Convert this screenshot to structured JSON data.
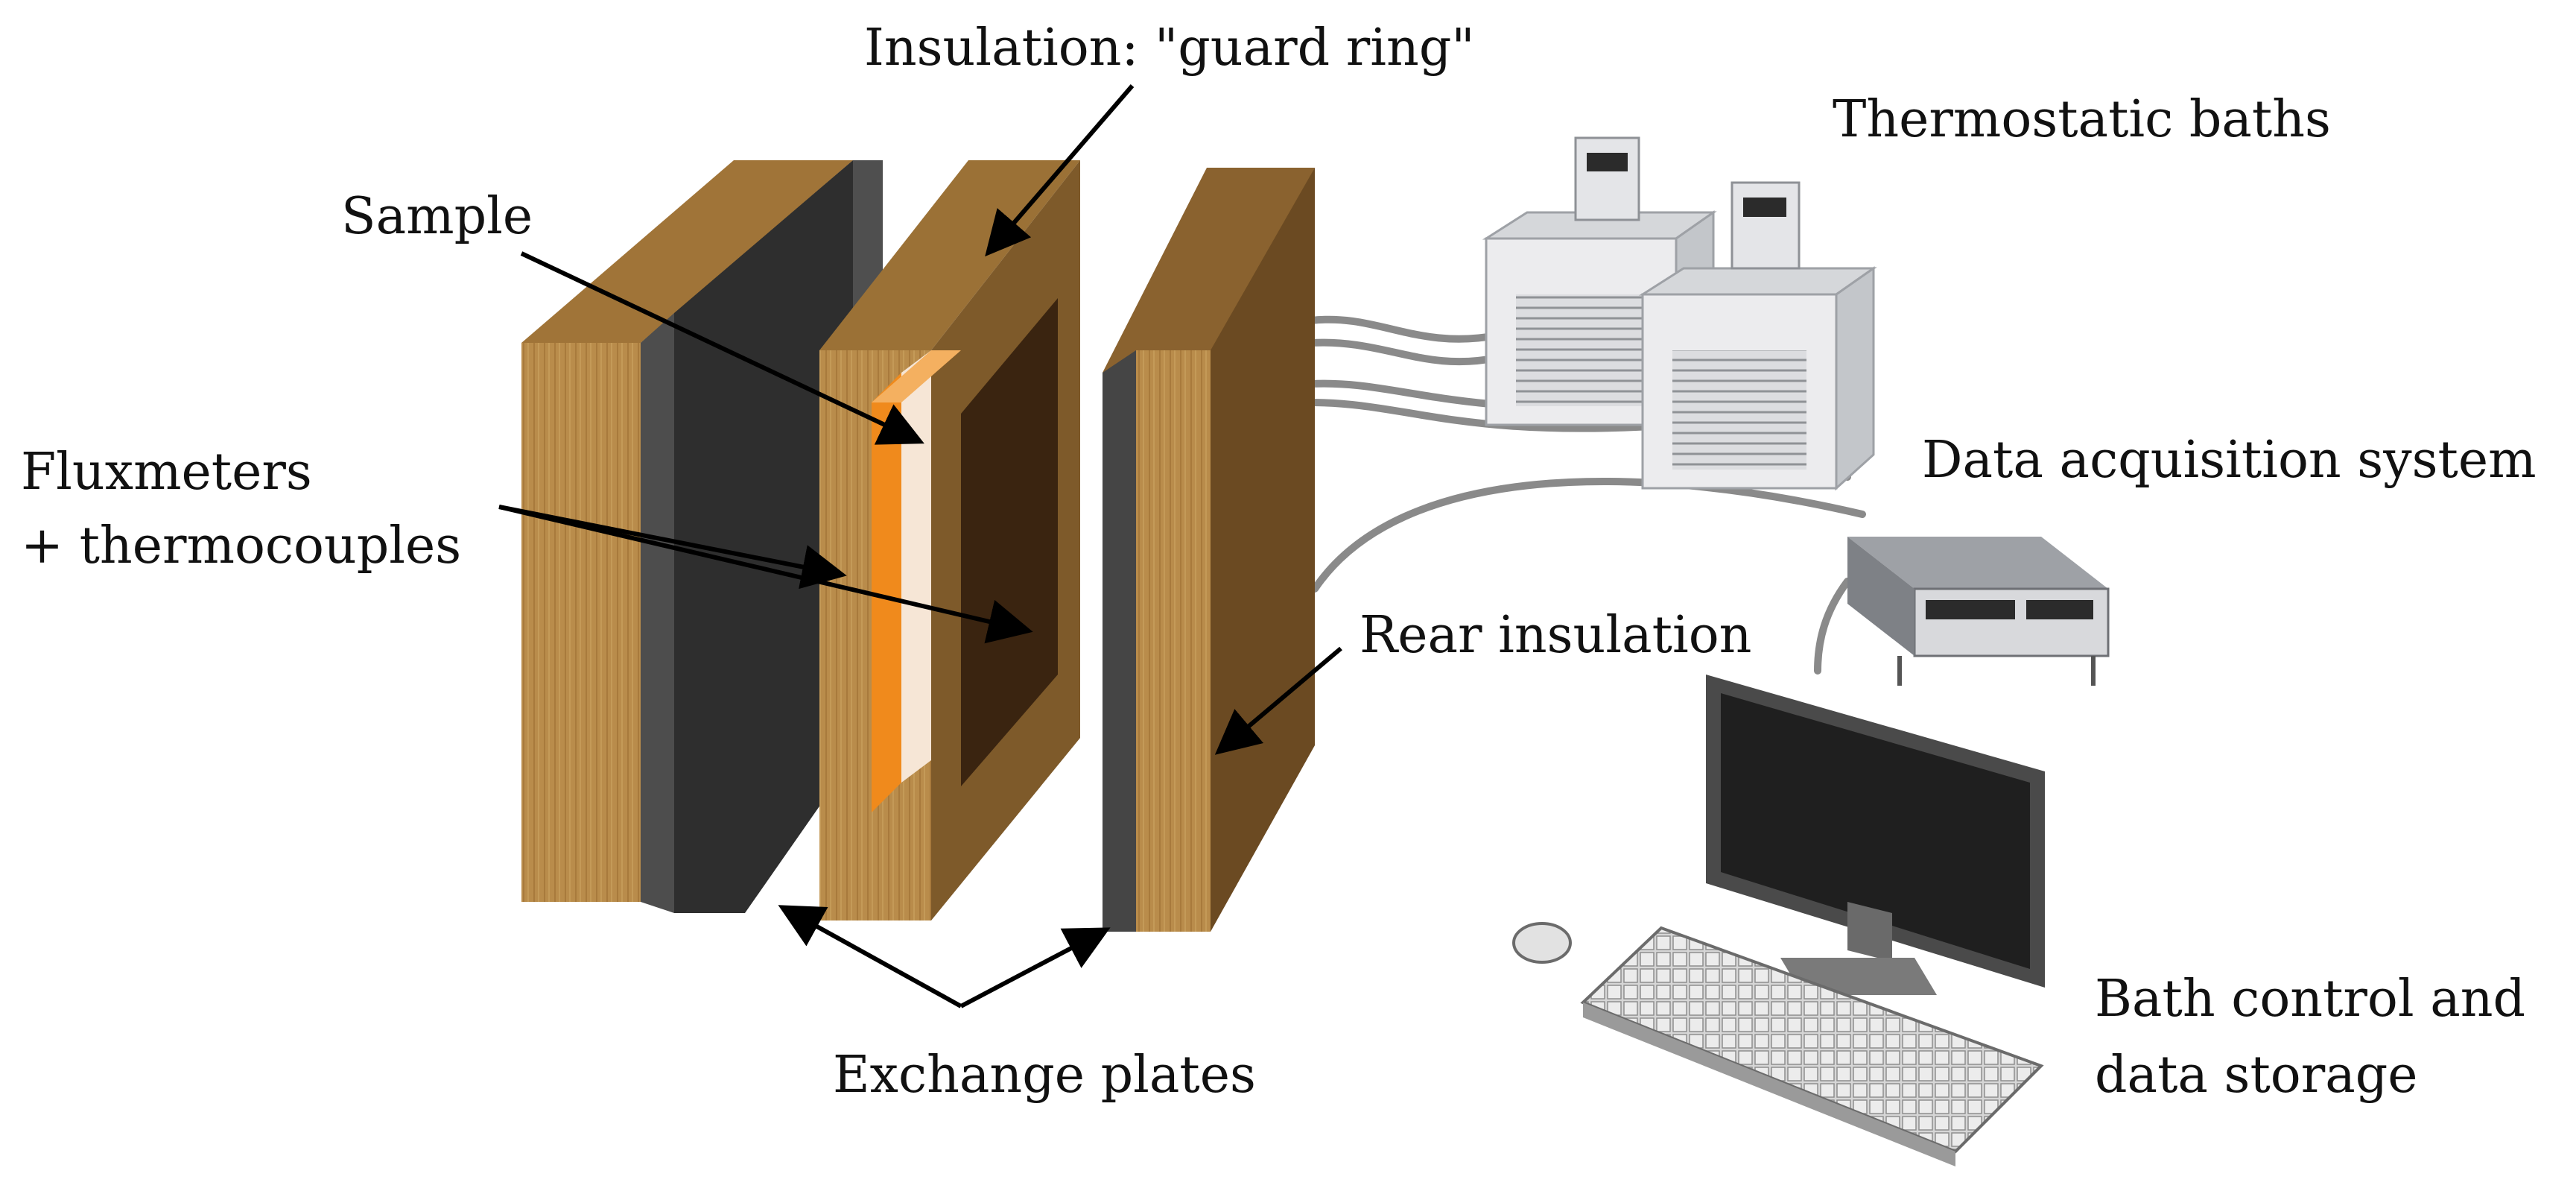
{
  "labels": {
    "insulation_guard_ring": "Insulation: \"guard ring\"",
    "thermostatic_baths": "Thermostatic baths",
    "sample": "Sample",
    "fluxmeters_line1": "Fluxmeters",
    "fluxmeters_line2": "+ thermocouples",
    "data_acquisition_system": "Data acquisition system",
    "rear_insulation": "Rear insulation",
    "exchange_plates": "Exchange plates",
    "bath_control_line1": "Bath control and",
    "bath_control_line2": "data storage"
  },
  "colors": {
    "wood": "#b58a4a",
    "wood_dark": "#8a6530",
    "wood_side": "#6b4a22",
    "black_panel": "#2b2b2b",
    "gray_strip": "#5a5a5a",
    "sample_orange": "#f08a1c",
    "sample_cream": "#f5e8d8",
    "frame_inner": "#3a2410",
    "bath_body": "#e9eaec",
    "bath_shadow": "#b9bcc0",
    "monitor_frame": "#4a4a4a",
    "screen": "#1f1f1f",
    "keyboard": "#cfcfcf",
    "cable": "#7a7a7a",
    "arrow": "#000000"
  }
}
